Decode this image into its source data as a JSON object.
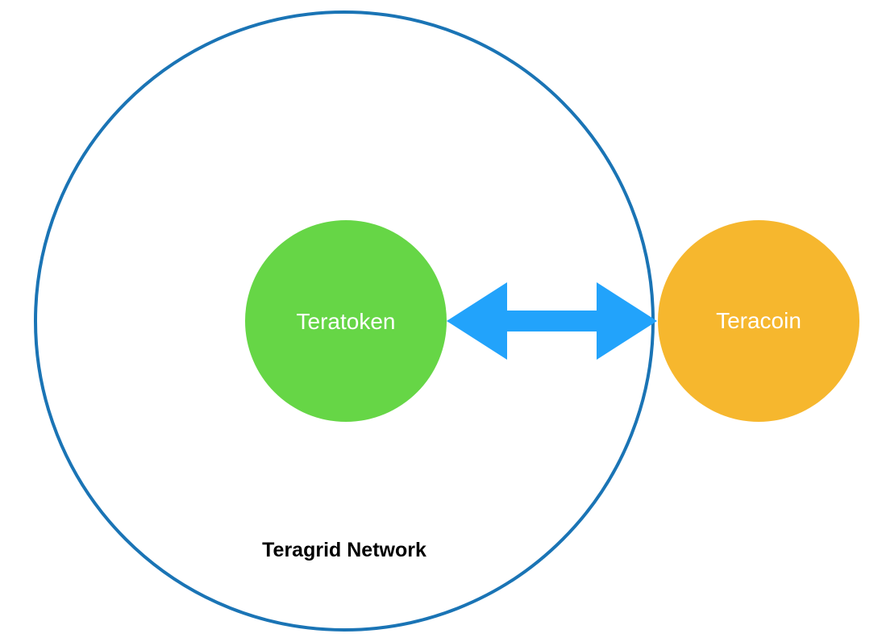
{
  "diagram": {
    "network": {
      "label": "Teragrid Network",
      "stroke_color": "#1a74b5"
    },
    "nodes": [
      {
        "id": "teratoken",
        "label": "Teratoken",
        "color": "#66d646",
        "text_color": "#ffffff"
      },
      {
        "id": "teracoin",
        "label": "Teracoin",
        "color": "#f6b72e",
        "text_color": "#ffffff"
      }
    ],
    "connection": {
      "from": "teratoken",
      "to": "teracoin",
      "type": "bidirectional-arrow",
      "color": "#22a3fb"
    }
  }
}
